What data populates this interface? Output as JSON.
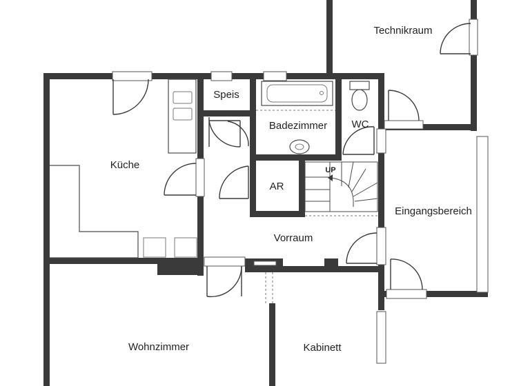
{
  "plan": {
    "rooms": {
      "technikraum": "Technikraum",
      "kueche": "Küche",
      "speis": "Speis",
      "badezimmer": "Badezimmer",
      "wc": "WC",
      "ar": "AR",
      "eingangsbereich": "Eingangsbereich",
      "vorraum": "Vorraum",
      "wohnzimmer": "Wohnzimmer",
      "kabinett": "Kabinett"
    },
    "stair_label": "UP"
  }
}
